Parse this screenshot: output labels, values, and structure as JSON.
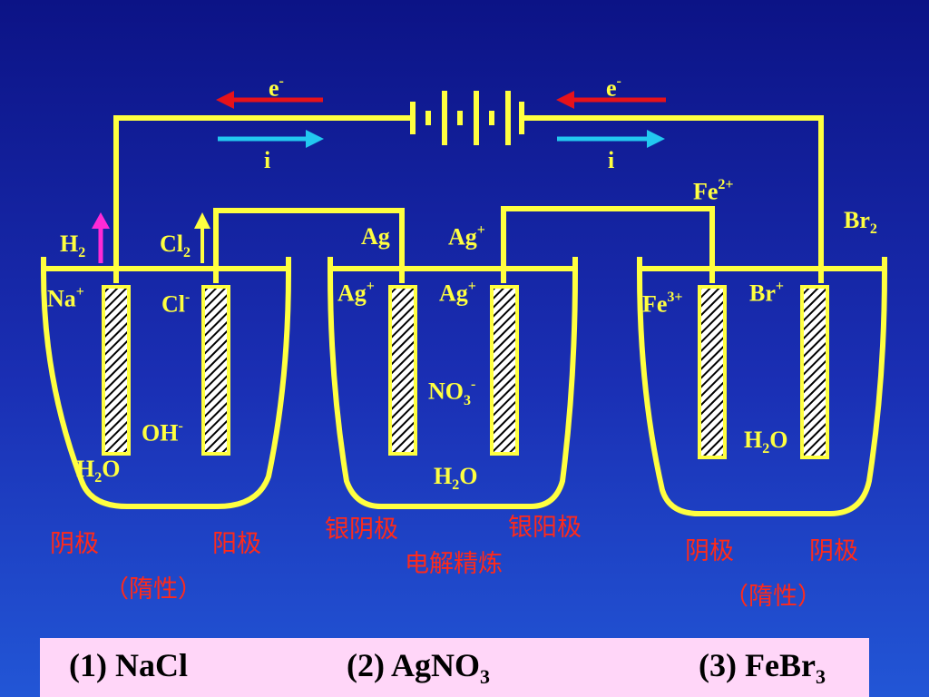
{
  "arrows": {
    "electron_left": "e-",
    "electron_right": "e-",
    "current_left": "i",
    "current_right": "i"
  },
  "colors": {
    "background_top": "#0c1386",
    "background_bottom": "#2256d6",
    "wire": "#ffff40",
    "electron_arrow": "#e6121a",
    "current_arrow": "#22c8f0",
    "h2_arrow": "#ff2ad6",
    "caption_text": "#ff2a1a",
    "formula_bar": "#ffd6f8"
  },
  "cell1": {
    "gas_left": "H2",
    "gas_right": "Cl2",
    "ion_cation": "Na+",
    "ion_anion": "Cl-",
    "ion_hydroxide": "OH-",
    "solvent": "H2O",
    "cathode_label": "阴极",
    "anode_label": "阳极",
    "inert_note": "（隋性）",
    "formula": "(1) NaCl"
  },
  "cell2": {
    "top_left": "Ag",
    "top_right": "Ag+",
    "ion_left": "Ag+",
    "ion_right": "Ag+",
    "ion_nitrate": "NO3-",
    "solvent": "H2O",
    "cathode_label": "银阴极",
    "anode_label": "银阳极",
    "process": "电解精炼",
    "formula": "(2) AgNO3"
  },
  "cell3": {
    "top_left": "Fe2+",
    "top_right": "Br2",
    "ion_left": "Fe3+",
    "ion_right": "Br+",
    "solvent": "H2O",
    "cathode_label": "阴极",
    "anode_label": "阴极",
    "inert_note": "（隋性）",
    "formula": "(3) FeBr3"
  }
}
